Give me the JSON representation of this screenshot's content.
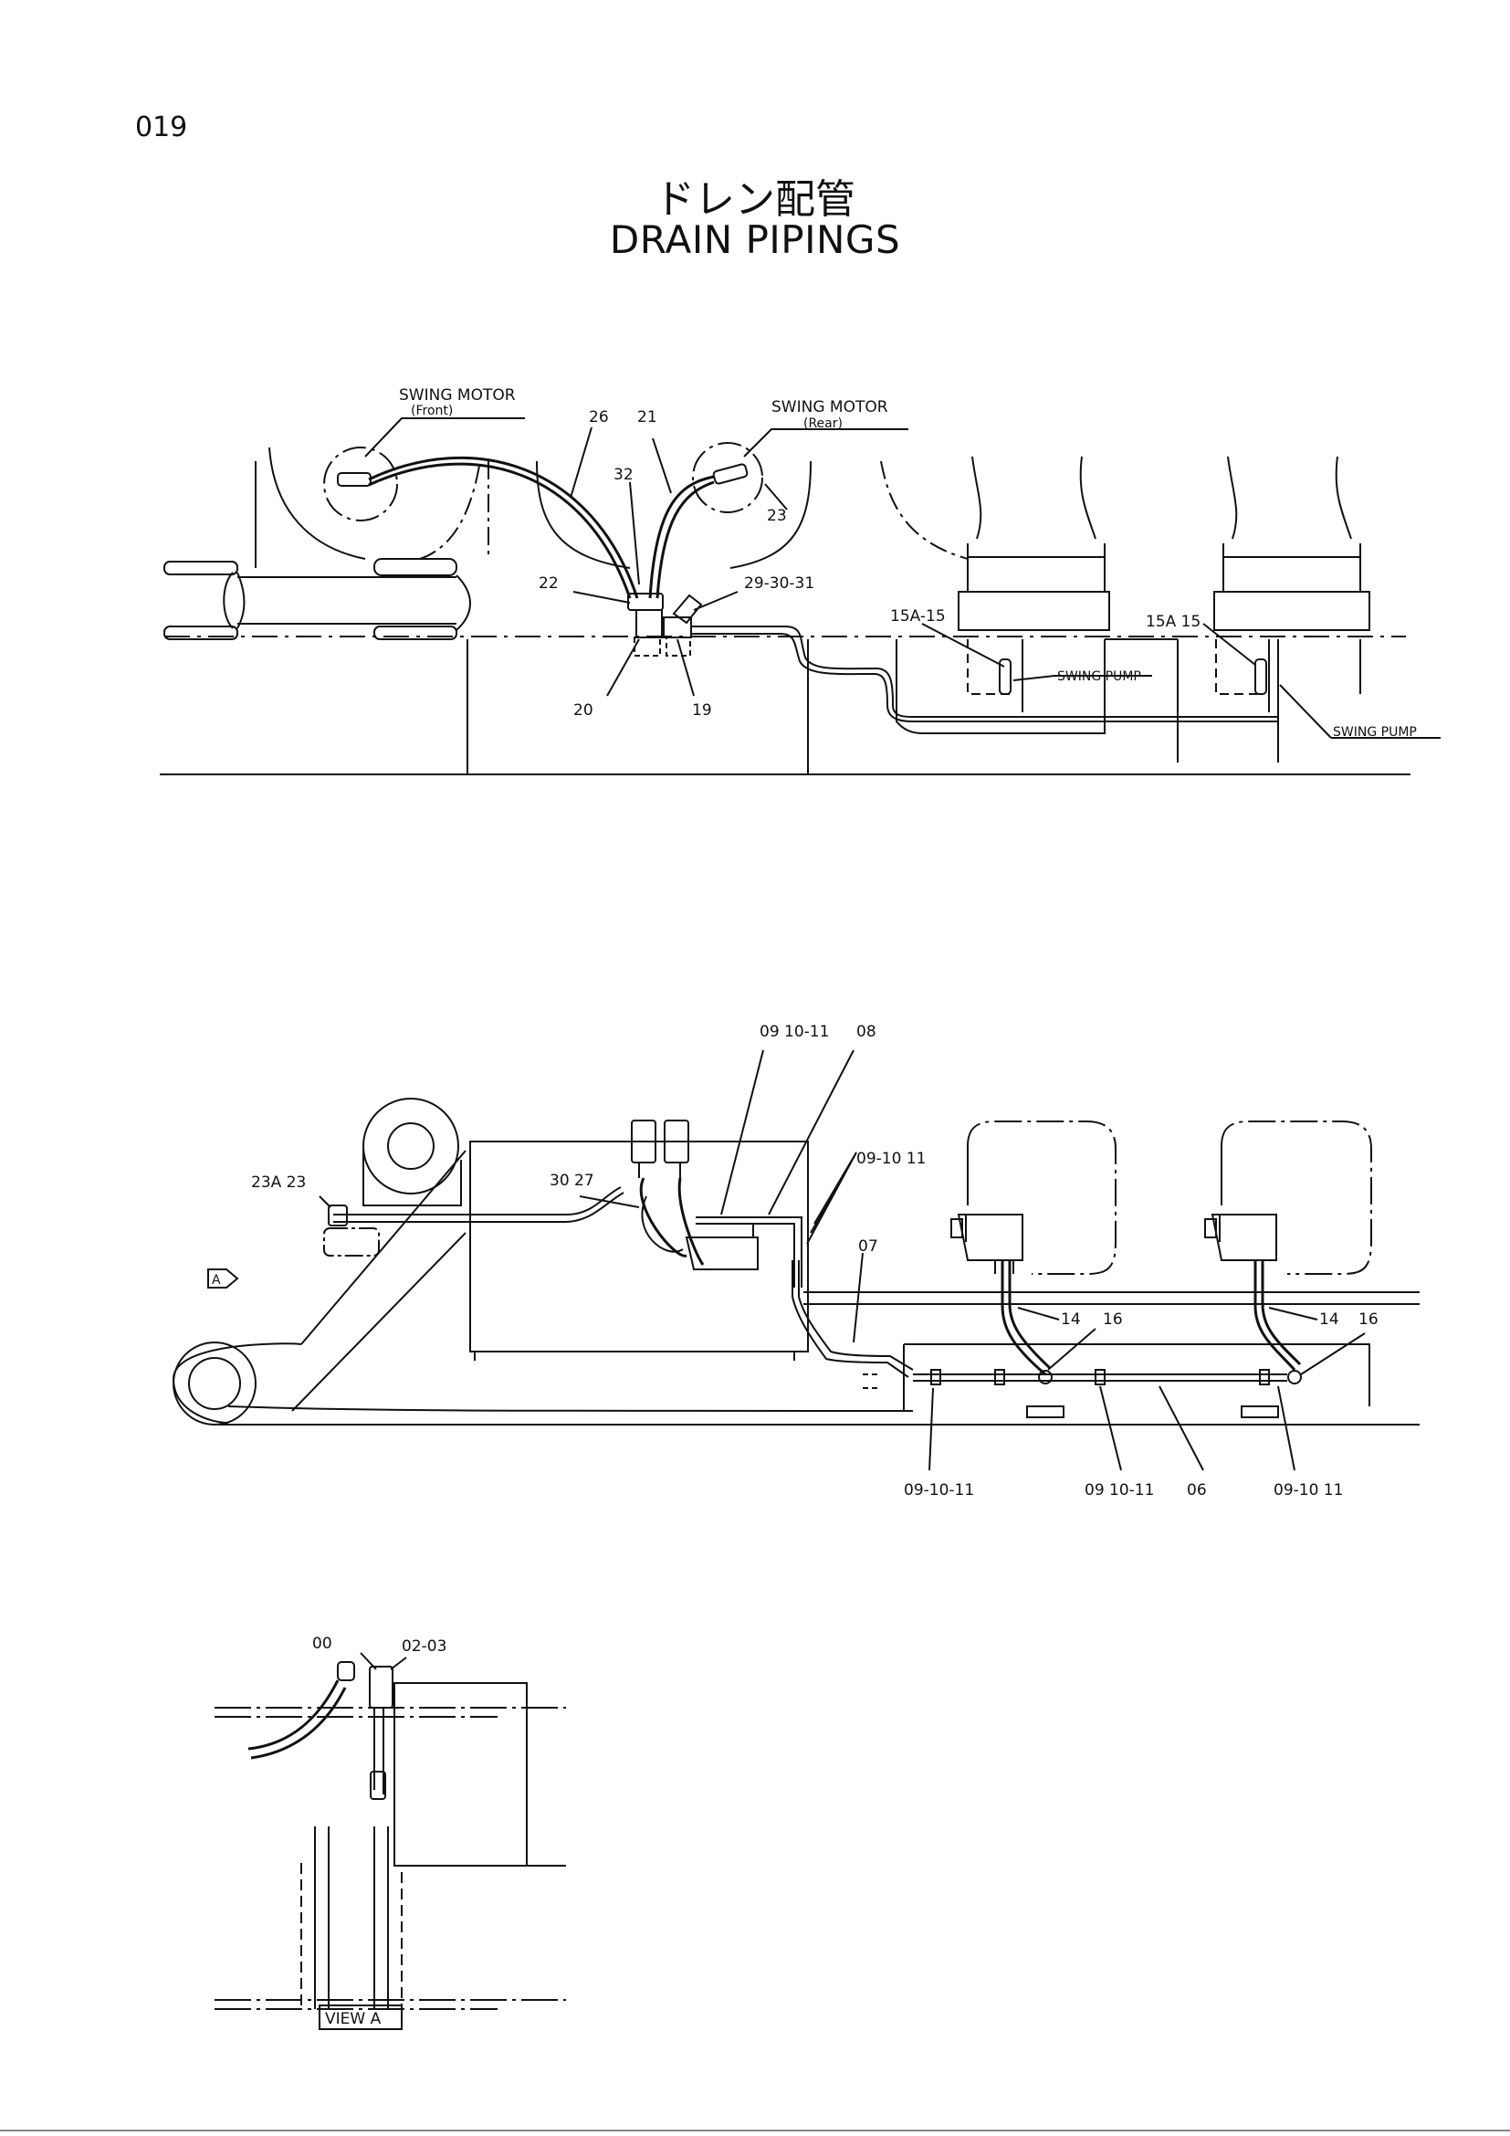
{
  "page_number": "019",
  "title_jp": "ドレン配管",
  "title_en": "DRAIN PIPINGS",
  "upper_view": {
    "swing_motor_front": "SWING MOTOR",
    "swing_motor_front_sub": "(Front)",
    "swing_motor_rear": "SWING MOTOR",
    "swing_motor_rear_sub": "(Rear)",
    "swing_pump_1": "SWING PUMP",
    "swing_pump_2": "SWING PUMP",
    "part_26": "26",
    "part_21": "21",
    "part_32": "32",
    "part_23": "23",
    "part_22": "22",
    "part_29_30_31": "29-30-31",
    "part_15a_15_left": "15A-15",
    "part_15a_15_right": "15A 15",
    "part_20": "20",
    "part_19": "19"
  },
  "middle_view": {
    "part_09_10_11_top": "09 10-11",
    "part_08": "08",
    "part_09_10_11_right": "09-10 11",
    "part_07": "07",
    "part_23a_23": "23A 23",
    "part_30_27": "30 27",
    "view_arrow": "A",
    "part_14_left": "14",
    "part_16_left": "16",
    "part_14_right": "14",
    "part_16_right": "16",
    "part_09_10_11_b1": "09-10-11",
    "part_09_10_11_b2": "09 10-11",
    "part_06": "06",
    "part_09_10_11_b3": "09-10 11"
  },
  "view_a": {
    "part_00": "00",
    "part_02_03": "02-03",
    "caption": "VIEW A"
  }
}
